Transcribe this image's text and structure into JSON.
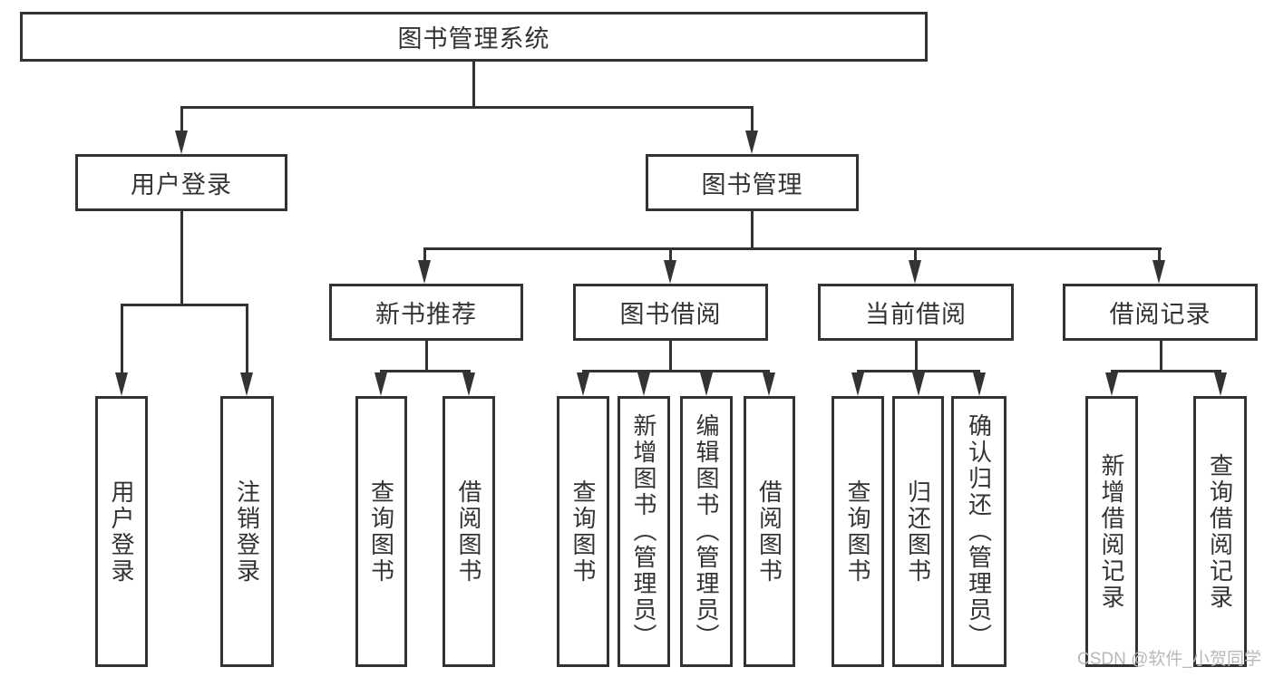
{
  "tree": {
    "root": "图书管理系统",
    "branches": [
      {
        "label": "用户登录",
        "children": [
          "用户登录",
          "注销登录"
        ]
      },
      {
        "label": "图书管理",
        "children": [
          {
            "label": "新书推荐",
            "children": [
              "查询图书",
              "借阅图书"
            ]
          },
          {
            "label": "图书借阅",
            "children": [
              "查询图书",
              "新增图书（管理员）",
              "编辑图书（管理员）",
              "借阅图书"
            ]
          },
          {
            "label": "当前借阅",
            "children": [
              "查询图书",
              "归还图书",
              "确认归还（管理员）"
            ]
          },
          {
            "label": "借阅记录",
            "children": [
              "新增借阅记录",
              "查询借阅记录"
            ]
          }
        ]
      }
    ]
  },
  "watermark": {
    "text": "CSDN @软件_小贺同学"
  },
  "colors": {
    "line": "#333333",
    "text": "#333333",
    "background": "#ffffff",
    "watermark": "#b9b9b9"
  }
}
